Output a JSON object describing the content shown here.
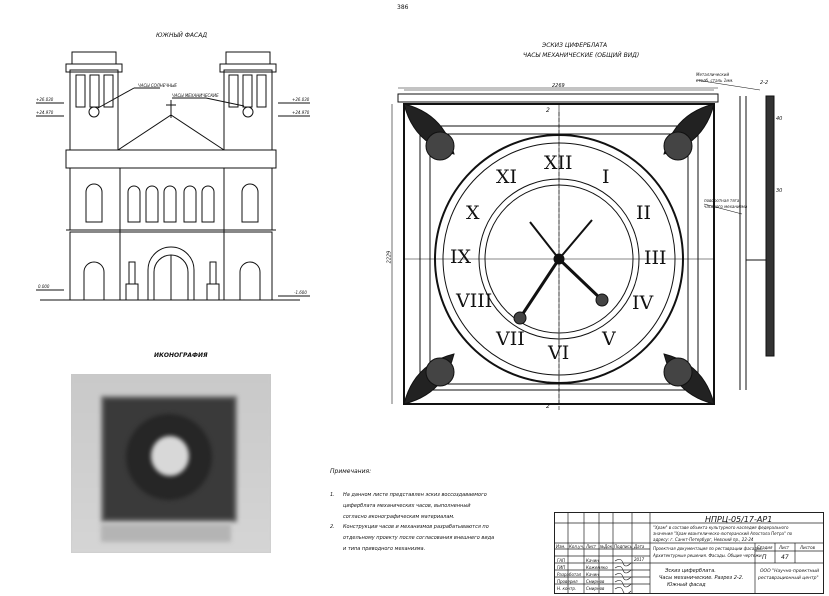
{
  "sheet": {
    "page_number": "386"
  },
  "facade": {
    "title": "ЮЖНЫЙ ФАСАД",
    "callout_clock_solar": "ЧАСЫ СОЛНЕЧНЫЕ",
    "callout_clock_mech": "ЧАСЫ МЕХАНИЧЕСКИЕ",
    "levels_left": [
      "+26.030",
      "+24.970"
    ],
    "levels_right": [
      "+26.030",
      "+24.970"
    ],
    "level_left_bottom": "0.000",
    "level_right_bottom": "-1.600"
  },
  "iconography": {
    "title": "ИКОНОГРАФИЯ"
  },
  "clock": {
    "title_1": "ЭСКИЗ ЦИФЕРБЛАТА",
    "title_2": "ЧАСЫ МЕХАНИЧЕСКИЕ (ОБЩИЙ ВИД)",
    "width_dim": "2269",
    "height_dim": "2229",
    "section_mark": "2",
    "numerals": [
      "XII",
      "I",
      "II",
      "III",
      "IV",
      "V",
      "VI",
      "VII",
      "VIII",
      "IX",
      "X",
      "XI"
    ],
    "side_note_1": "Металлический",
    "side_note_2": "столб, сталь 1мм.",
    "side_note_3": "2-2",
    "side_note_4": "поворотная тяга",
    "side_note_5": "часового механизма",
    "side_dim_1": "40",
    "side_dim_2": "30"
  },
  "notes": {
    "heading": "Примечания:",
    "items": [
      {
        "num": "1.",
        "line1": "На данном листе представлен эскиз воссоздаваемого",
        "line2": "циферблата механических часов, выполненный",
        "line3": "согласно иконографическим материалам."
      },
      {
        "num": "2.",
        "line1": "Конструкции часов и механизмов разрабатываются по",
        "line2": "отдельному проекту после согласования внешнего вида",
        "line3": "и типа приводного механизма."
      }
    ]
  },
  "title_block": {
    "code": "НПРЦ-05/17-АР1",
    "object_line1": "\"Храм\" в составе объекта культурного наследия федерального",
    "object_line2": "значения \"Храм евангелическо-лютеранский Апостола Петра\" по",
    "object_line3": "адресу: г. Санкт-Петербург, Невский пр., 22-24",
    "section_line1": "Проектная документация по реставрации фасадов.",
    "section_line2": "Архитектурные решения. Фасады. Общие чертежи",
    "stage_label": "Стадия",
    "sheet_label": "Лист",
    "sheets_label": "Листов",
    "stage": "П",
    "sheet": "47",
    "drawing_line1": "Эскиз циферблата.",
    "drawing_line2": "Часы механические. Разрез 2-2.",
    "drawing_line3": "Южный фасад",
    "org_line1": "ООО \"Научно-проектный",
    "org_line2": "реставрационный центр\"",
    "headers": [
      "Изм.",
      "Кол.уч.",
      "Лист",
      "№Док.",
      "Подпись",
      "Дата"
    ],
    "year": "2017",
    "roles": [
      "ГАП",
      "ГИП",
      "Разработал",
      "Проверил",
      "Н. контр."
    ],
    "names": [
      "Качин",
      "Кожемяко",
      "Качин",
      "Смирнов",
      "Смирнов"
    ]
  }
}
